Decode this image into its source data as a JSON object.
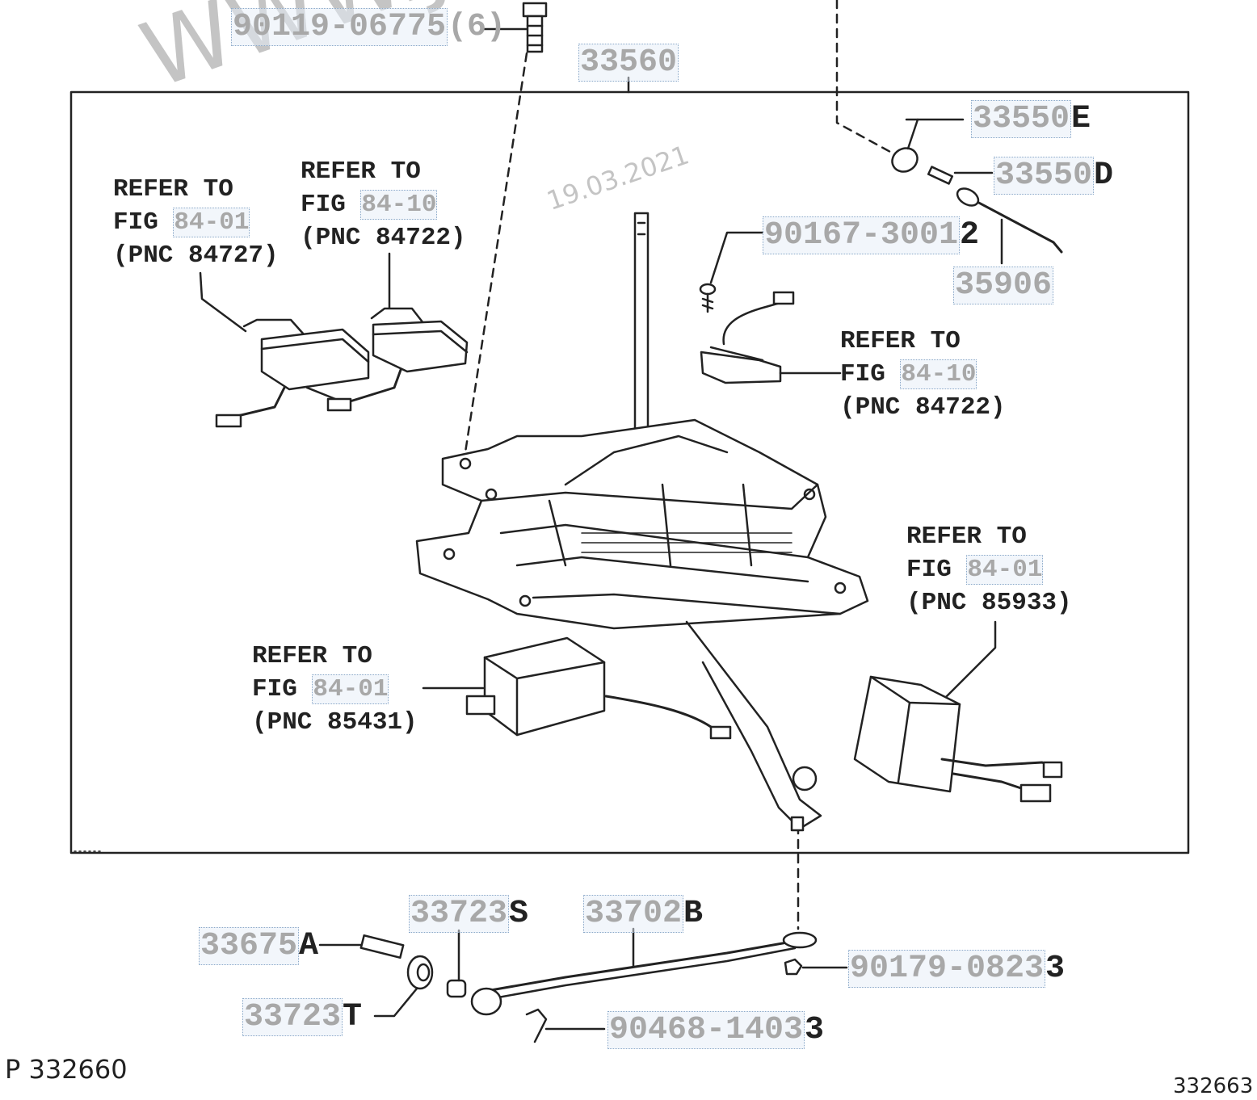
{
  "watermark": {
    "site": "WWW.JAPAN",
    "date": "19.03.2021"
  },
  "frame_label": {
    "number": "33560"
  },
  "parts": [
    {
      "id": "p1",
      "main": "90119-06775",
      "tail": "(6)"
    },
    {
      "id": "p2",
      "main": "33550",
      "tail": "E"
    },
    {
      "id": "p3",
      "main": "33550",
      "tail": "D"
    },
    {
      "id": "p4",
      "main": "90167-3001",
      "tail": "2"
    },
    {
      "id": "p5",
      "main": "35906",
      "tail": ""
    },
    {
      "id": "p6",
      "main": "33675",
      "tail": "A"
    },
    {
      "id": "p7",
      "main": "33723",
      "tail": "S"
    },
    {
      "id": "p8",
      "main": "33702",
      "tail": "B"
    },
    {
      "id": "p9",
      "main": "33723",
      "tail": "T"
    },
    {
      "id": "p10",
      "main": "90179-0823",
      "tail": "3"
    },
    {
      "id": "p11",
      "main": "90468-1403",
      "tail": "3"
    }
  ],
  "refs": [
    {
      "id": "r1",
      "line1": "REFER TO",
      "fig_prefix": "FIG ",
      "fig": "84-01",
      "pnc": "(PNC 84727)"
    },
    {
      "id": "r2",
      "line1": "REFER TO",
      "fig_prefix": "FIG ",
      "fig": "84-10",
      "pnc": "(PNC 84722)"
    },
    {
      "id": "r3",
      "line1": "REFER TO",
      "fig_prefix": "FIG ",
      "fig": "84-10",
      "pnc": "(PNC 84722)"
    },
    {
      "id": "r4",
      "line1": "REFER TO",
      "fig_prefix": "FIG ",
      "fig": "84-01",
      "pnc": "(PNC 85933)"
    },
    {
      "id": "r5",
      "line1": "REFER TO",
      "fig_prefix": "FIG ",
      "fig": "84-01",
      "pnc": "(PNC 85431)"
    }
  ],
  "footer": {
    "left": "P 332660",
    "right": "332663"
  }
}
